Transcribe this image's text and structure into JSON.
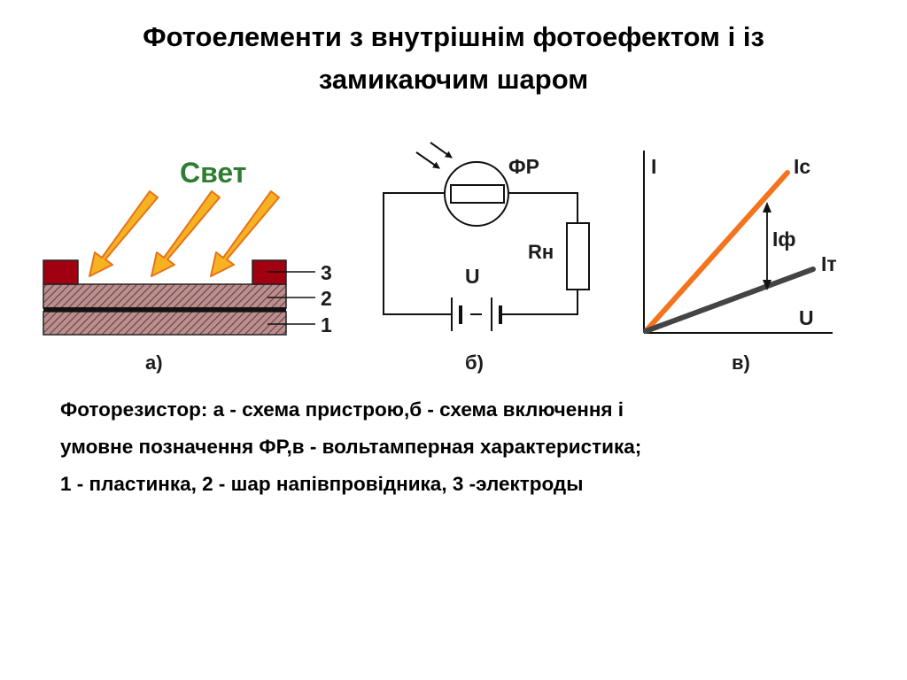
{
  "title": {
    "line1": "Фотоелементи з внутрішнім фотоефектом і із",
    "line2": "замикаючим шаром"
  },
  "figure_a": {
    "light_label": "Свет",
    "layer_labels": [
      "3",
      "2",
      "1"
    ],
    "panel_label": "а)"
  },
  "figure_b": {
    "photoresistor_label": "ФР",
    "load_label": "Rн",
    "source_label": "U",
    "panel_label": "б)"
  },
  "figure_c": {
    "y_axis_label": "I",
    "x_axis_label": "U",
    "light_current_label": "Iс",
    "dark_current_label": "Iт",
    "photo_current_label": "Iф",
    "panel_label": "в)"
  },
  "caption": {
    "line1": "Фоторезистор: а - схема пристрою,б - схема включення і",
    "line2": "умовне позначення ФР,в - вольтамперная характеристика;",
    "line3": "1 - пластинка, 2 - шар напівпровідника, 3 -электроды"
  },
  "colors": {
    "electrode": "#a00010",
    "light_arrow_fill": "#f5b321",
    "light_arrow_stroke": "#e5731c",
    "light_text": "#2e7d32",
    "label_text": "#1c1c1c",
    "light_curve": "#f5731d",
    "dark_curve": "#444444"
  }
}
